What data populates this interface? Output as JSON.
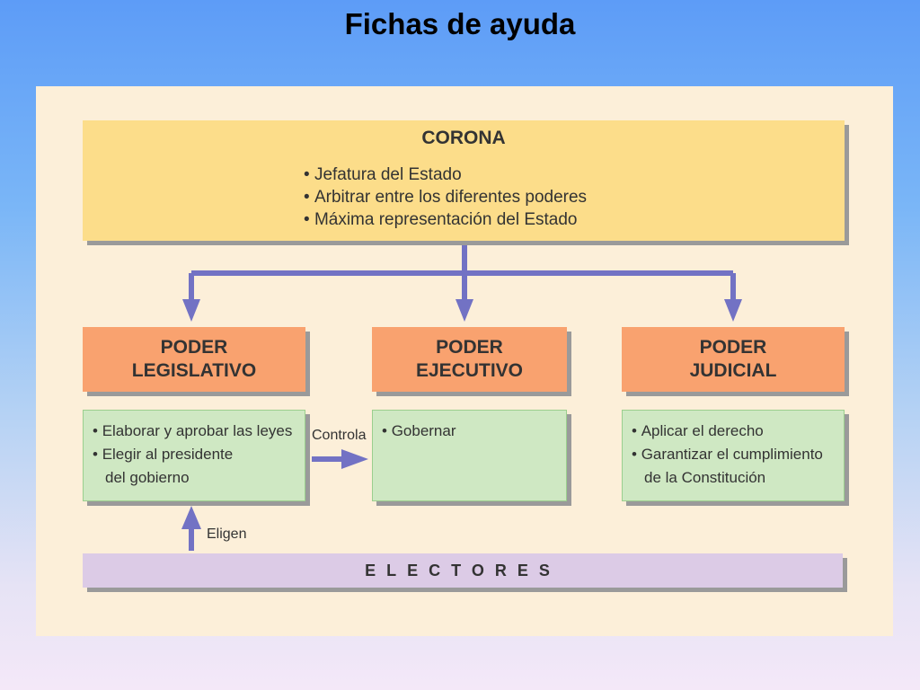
{
  "slide": {
    "title": "Fichas de ayuda"
  },
  "corona": {
    "title": "CORONA",
    "items": [
      "Jefatura del Estado",
      "Arbitrar entre los diferentes poderes",
      "Máxima representación del Estado"
    ]
  },
  "powers": [
    {
      "line1": "PODER",
      "line2": "LEGISLATIVO",
      "items": [
        "Elaborar y aprobar las leyes",
        "Elegir al presidente"
      ],
      "continuation": "del gobierno"
    },
    {
      "line1": "PODER",
      "line2": "EJECUTIVO",
      "items": [
        "Gobernar"
      ]
    },
    {
      "line1": "PODER",
      "line2": "JUDICIAL",
      "items": [
        "Aplicar el derecho",
        "Garantizar el cumplimiento"
      ],
      "continuation": "de la Constitución"
    }
  ],
  "labels": {
    "controla": "Controla",
    "eligen": "Eligen"
  },
  "electors": "ELECTORES",
  "colors": {
    "arrow": "#7272c4",
    "corona": "#fcdd8a",
    "power": "#f9a26f",
    "function": "#cfe8c3",
    "electors": "#dccbe6"
  }
}
